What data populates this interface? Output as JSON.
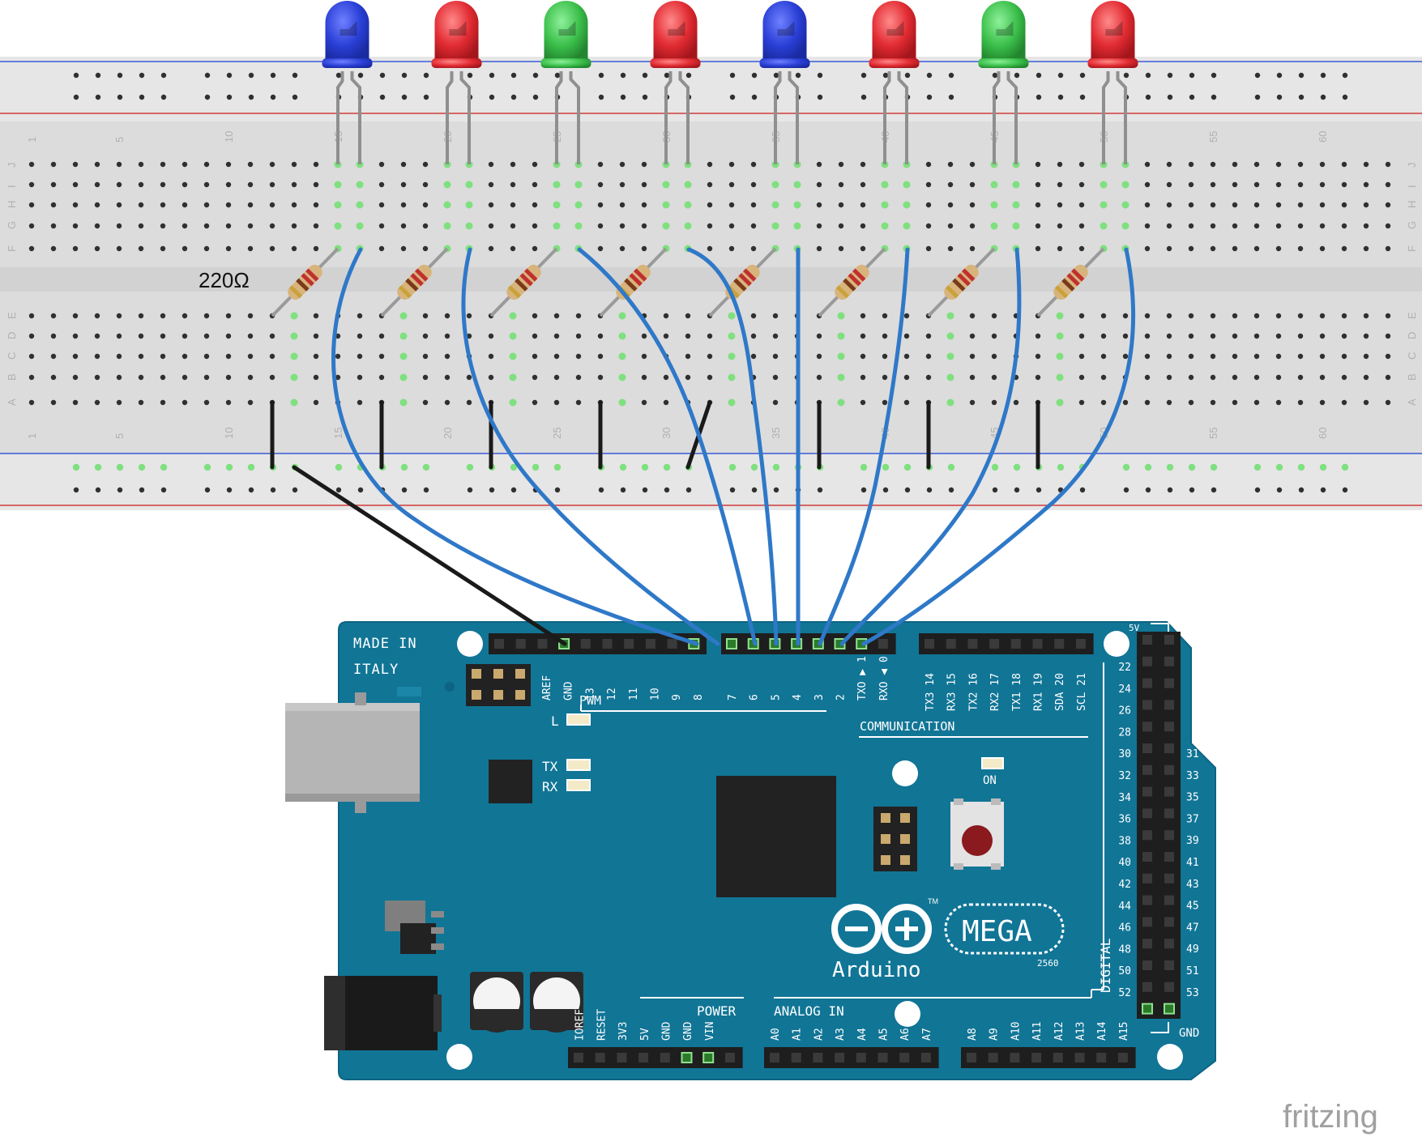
{
  "annotations": {
    "resistor_value": "220Ω",
    "watermark": "fritzing"
  },
  "breadboard": {
    "column_numbers": [
      "1",
      "5",
      "10",
      "15",
      "20",
      "25",
      "30",
      "35",
      "40",
      "45",
      "50",
      "55",
      "60"
    ],
    "top_row_letters": [
      "J",
      "I",
      "H",
      "G",
      "F"
    ],
    "bottom_row_letters": [
      "E",
      "D",
      "C",
      "B",
      "A"
    ]
  },
  "components": {
    "leds": [
      {
        "color": "blue",
        "anode_col": 15,
        "cathode_col": 16
      },
      {
        "color": "red",
        "anode_col": 20,
        "cathode_col": 21
      },
      {
        "color": "green",
        "anode_col": 25,
        "cathode_col": 26
      },
      {
        "color": "red",
        "anode_col": 30,
        "cathode_col": 31
      },
      {
        "color": "blue",
        "anode_col": 35,
        "cathode_col": 36
      },
      {
        "color": "red",
        "anode_col": 40,
        "cathode_col": 41
      },
      {
        "color": "green",
        "anode_col": 45,
        "cathode_col": 46
      },
      {
        "color": "red",
        "anode_col": 50,
        "cathode_col": 51
      }
    ],
    "colors": {
      "blue": "#2a3fd6",
      "red": "#e12b32",
      "green": "#3bbf4a",
      "wire": "#2f78c8",
      "board": "#117596",
      "breadboard": "#e6e6e6"
    }
  },
  "arduino": {
    "made_in": "MADE IN",
    "italy": "ITALY",
    "digital_pins": [
      "AREF",
      "GND",
      "13",
      "12",
      "11",
      "10",
      "9",
      "8",
      "7",
      "6",
      "5",
      "4",
      "3",
      "2",
      "TXO ▶ 1",
      "RXO ◀ 0"
    ],
    "comm_pins": [
      "TX3 14",
      "RX3 15",
      "TX2 16",
      "RX2 17",
      "TX1 18",
      "RX1 19",
      "SDA 20",
      "SCL 21"
    ],
    "pwm_label": "PWM",
    "communication_label": "COMMUNICATION",
    "l_label": "L",
    "tx_label": "TX",
    "rx_label": "RX",
    "on_label": "ON",
    "logo_text": "Arduino",
    "tm_mark": "TM",
    "model": "MEGA",
    "model_number": "2560",
    "power_label": "POWER",
    "analog_label": "ANALOG IN",
    "power_pins": [
      "IOREF",
      "RESET",
      "3V3",
      "5V",
      "GND",
      "GND",
      "VIN"
    ],
    "analog_pins_left": [
      "A0",
      "A1",
      "A2",
      "A3",
      "A4",
      "A5",
      "A6",
      "A7"
    ],
    "analog_pins_right": [
      "A8",
      "A9",
      "A10",
      "A11",
      "A12",
      "A13",
      "A14",
      "A15"
    ],
    "digital_label": "DIGITAL",
    "header_5v": "5V",
    "header_gnd": "GND",
    "right_header_left": [
      "22",
      "24",
      "26",
      "28",
      "30",
      "32",
      "34",
      "36",
      "38",
      "40",
      "42",
      "44",
      "46",
      "48",
      "50",
      "52"
    ],
    "right_header_right": [
      "31",
      "33",
      "35",
      "37",
      "39",
      "41",
      "43",
      "45",
      "47",
      "49",
      "51",
      "53"
    ]
  }
}
